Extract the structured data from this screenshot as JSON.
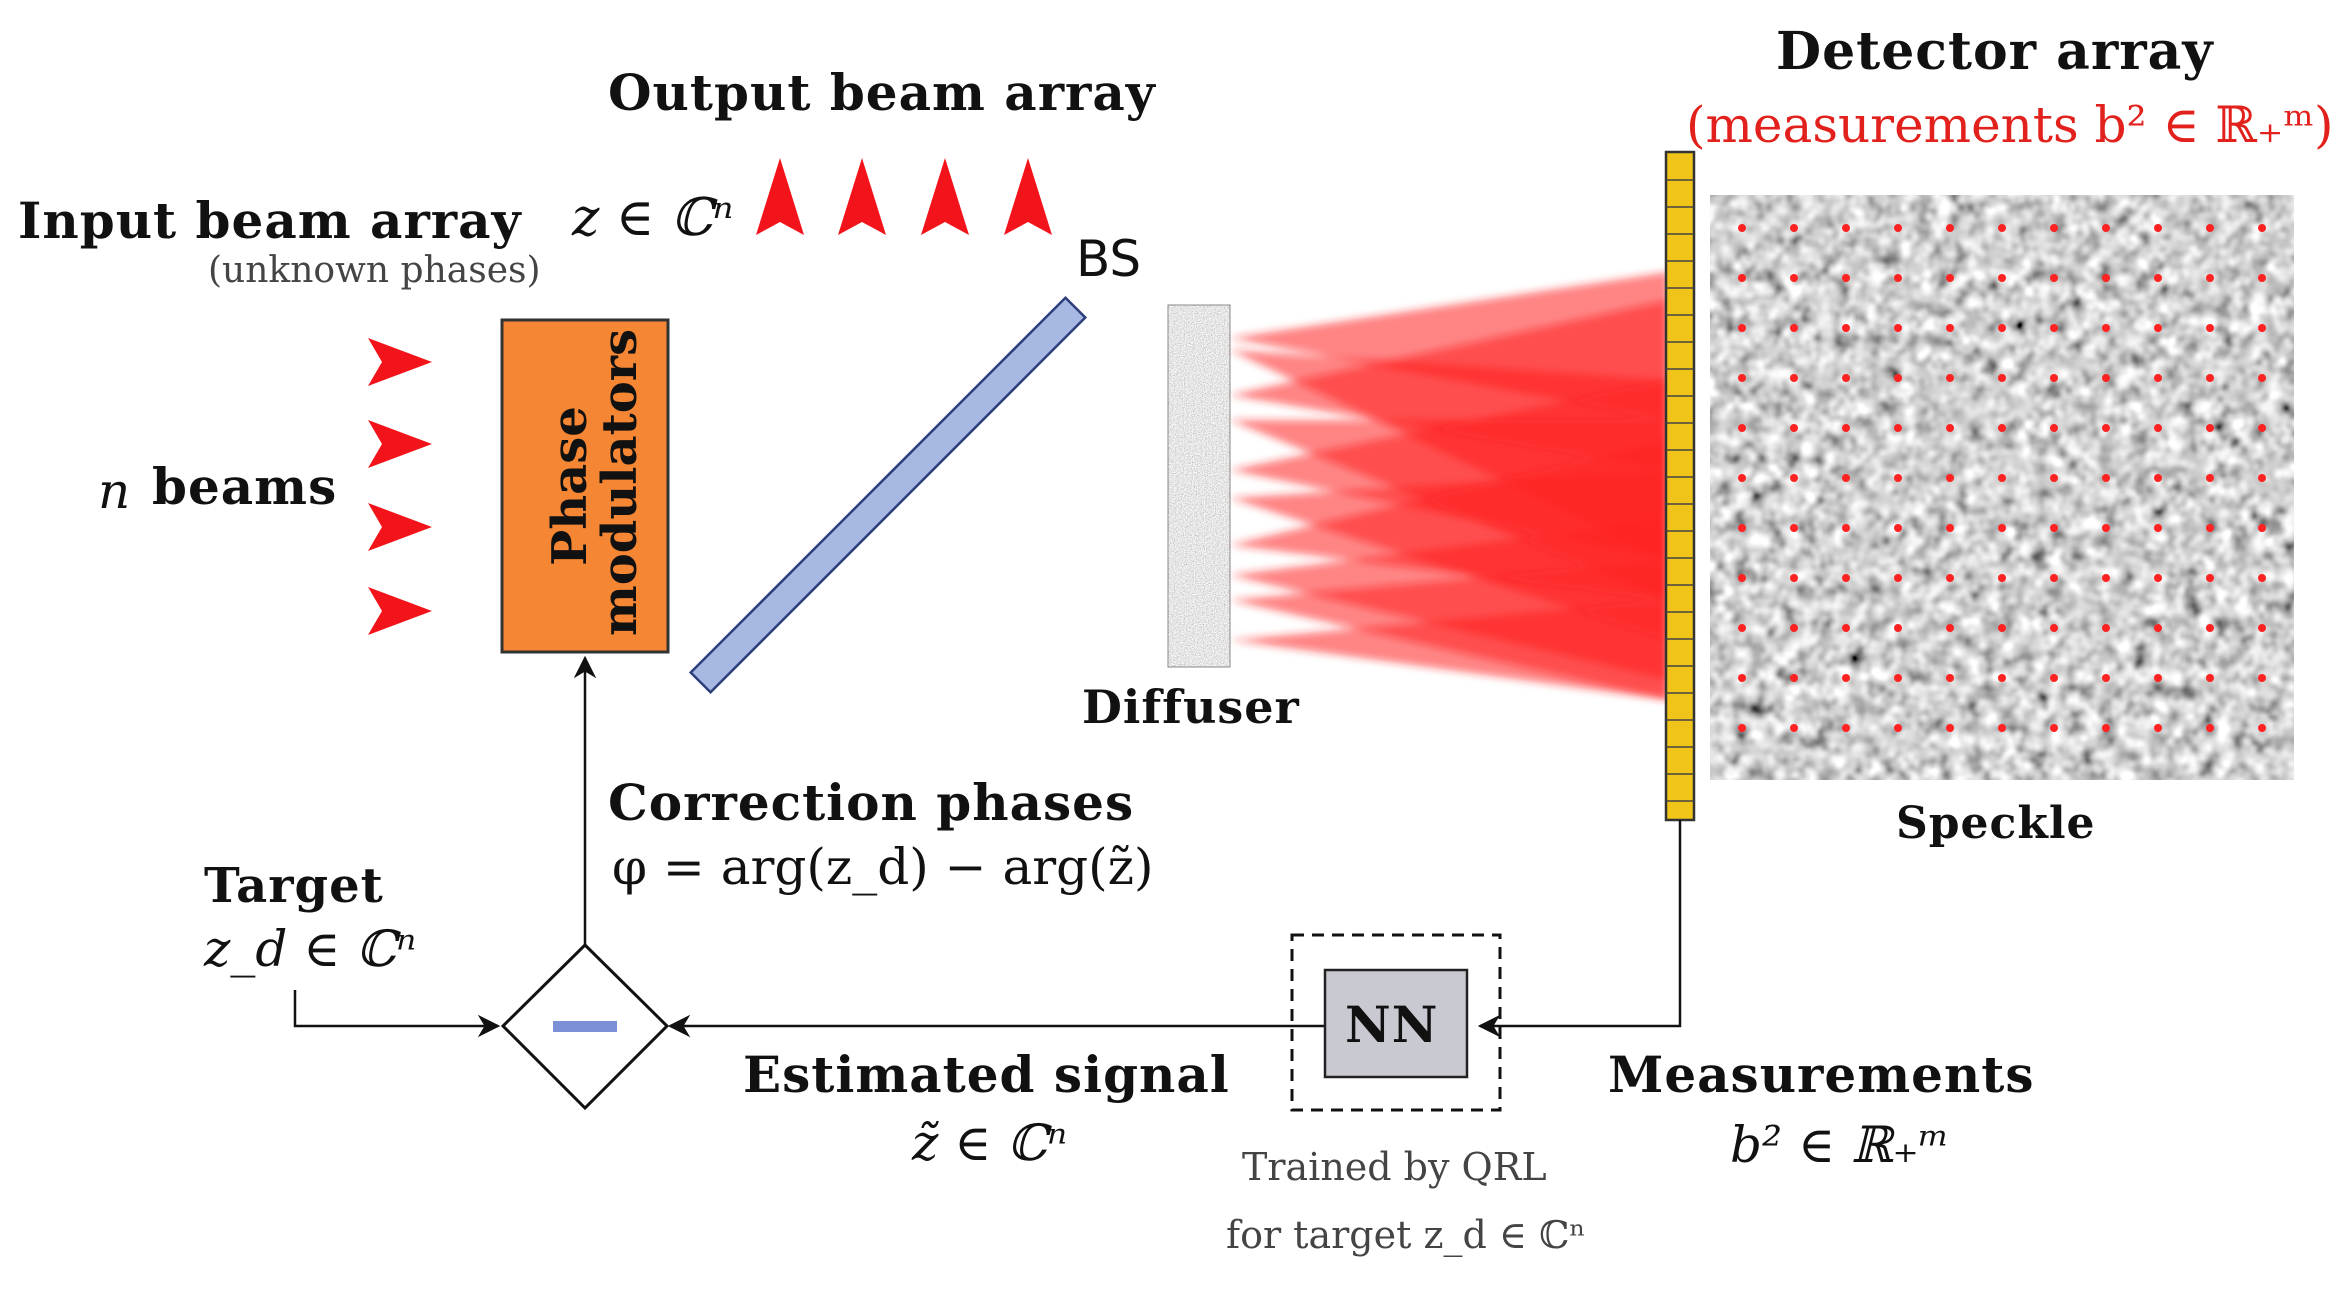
{
  "labels": {
    "output_beam_array": "Output beam array",
    "input_beam_array": "Input beam array",
    "input_beam_math": "z ∈ ℂⁿ",
    "unknown_phases": "(unknown phases)",
    "n_beams_math": "n",
    "n_beams_text": "beams",
    "phase_modulators_line1": "Phase",
    "phase_modulators_line2": "modulators",
    "bs": "BS",
    "diffuser": "Diffuser",
    "detector_array": "Detector array",
    "measurements_sub": "(measurements b² ∈ ℝ₊ᵐ)",
    "speckle": "Speckle",
    "correction_phases": "Correction phases",
    "correction_formula": "φ = arg(z_d) − arg(z̃)",
    "target": "Target",
    "target_math": "z_d ∈ ℂⁿ",
    "nn": "NN",
    "estimated_signal": "Estimated signal",
    "estimated_math": "z̃ ∈ ℂⁿ",
    "trained_by": "Trained by QRL",
    "for_target": "for target z_d ∈ ℂⁿ",
    "measurements": "Measurements",
    "measurements_math": "b² ∈ ℝ₊ᵐ"
  },
  "colors": {
    "beam_red": "#ff1a1a",
    "label_red": "#e2211c",
    "modulator_orange": "#f58634",
    "splitter_blue": "#9db1e0",
    "detector_yellow": "#f0c419",
    "nn_gray": "#c9c9d1",
    "minus_blue": "#7b8fd6"
  },
  "icons": {
    "minus": "subtract-icon"
  }
}
